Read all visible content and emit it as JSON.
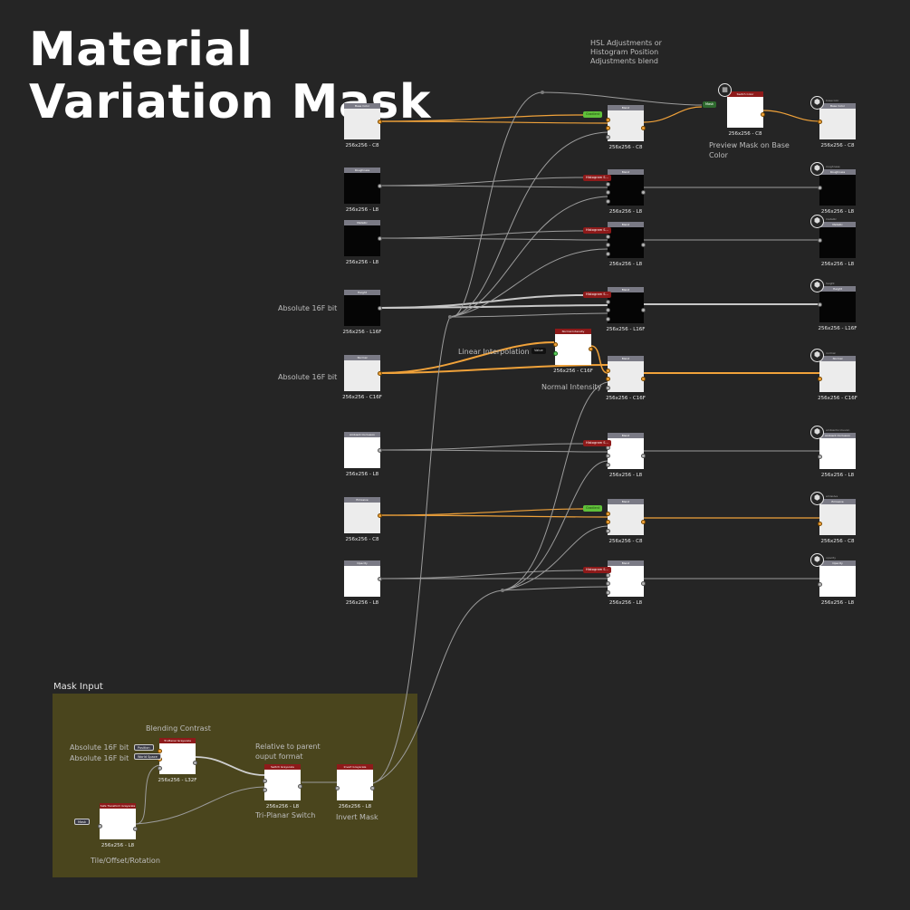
{
  "title": "Material Variation Mask",
  "comments": {
    "hsl": "HSL Adjustments or Histogram Position Adjustments blend",
    "preview": "Preview Mask on Base Color",
    "abs16_height": "Absolute 16F bit",
    "abs16_normal": "Absolute 16F bit",
    "linear_interp": "Linear Interpolation",
    "normal_intensity": "Normal Intensity",
    "mask_input_frame": "Mask Input",
    "blending_contrast": "Blending Contrast",
    "abs16_a": "Absolute 16F bit",
    "abs16_b": "Absolute 16F bit",
    "relative": "Relative to parent ouput format",
    "triplanar_switch": "Tri-Planar Switch",
    "invert_mask": "Invert Mask",
    "tile_offset": "Tile/Offset/Rotation"
  },
  "inputs": [
    {
      "name": "Base Color",
      "format": "256x256 - C8"
    },
    {
      "name": "Roughness",
      "format": "256x256 - L8"
    },
    {
      "name": "Metallic",
      "format": "256x256 - L8"
    },
    {
      "name": "Height",
      "format": "256x256 - L16F"
    },
    {
      "name": "Normal",
      "format": "256x256 - C16F"
    },
    {
      "name": "Ambient Occlusion",
      "format": "256x256 - L8"
    },
    {
      "name": "Emissive",
      "format": "256x256 - C8"
    },
    {
      "name": "Opacity",
      "format": "256x256 - L8"
    }
  ],
  "blends": [
    {
      "name": "Blend",
      "format": "256x256 - C8",
      "tag": "Gradient"
    },
    {
      "name": "Blend",
      "format": "256x256 - L8",
      "tag": "Histogram S..."
    },
    {
      "name": "Blend",
      "format": "256x256 - L8",
      "tag": "Histogram S..."
    },
    {
      "name": "Blend",
      "format": "256x256 - L16F",
      "tag": "Histogram S..."
    },
    {
      "name": "Blend",
      "format": "256x256 - C16F",
      "tag": ""
    },
    {
      "name": "Blend",
      "format": "256x256 - L8",
      "tag": "Histogram S..."
    },
    {
      "name": "Blend",
      "format": "256x256 - C8",
      "tag": "Gradient"
    },
    {
      "name": "Blend",
      "format": "256x256 - L8",
      "tag": "Histogram S..."
    }
  ],
  "outputs": [
    {
      "name": "Base Color",
      "small": "basecolor"
    },
    {
      "name": "Roughness",
      "small": "roughness"
    },
    {
      "name": "Metallic",
      "small": "metallic"
    },
    {
      "name": "Height",
      "small": "height"
    },
    {
      "name": "Normal",
      "small": "normal"
    },
    {
      "name": "Ambient Occlusion",
      "small": "ambientocclusion"
    },
    {
      "name": "Emissive",
      "small": "emissive"
    },
    {
      "name": "Opacity",
      "small": "opacity"
    }
  ],
  "switch_color": {
    "name": "Switch Color",
    "format": "256x256 - C8",
    "tag": "Mask"
  },
  "normal_intensity_node": {
    "name": "Normal Intensity",
    "format": "256x256 - C16F",
    "tag": "Value"
  },
  "mask_nodes": {
    "triplanar": {
      "name": "Tri-Planar Grayscale",
      "format": "256x256 - L32F",
      "in1": "Position",
      "in2": "World Space"
    },
    "safe_transform": {
      "name": "Safe Transform Grayscale",
      "format": "256x256 - L8",
      "in": "Mask"
    },
    "switch_gray": {
      "name": "Switch Grayscale",
      "format": "256x256 - L8"
    },
    "invert": {
      "name": "Invert Grayscale",
      "format": "256x256 - L8"
    }
  },
  "colors": {
    "background": "#252525",
    "frame": "#4a451d",
    "orange_wire": "#f0a23a",
    "gray_wire": "#a8a8a8",
    "node_header_gray": "#7a7a85",
    "node_header_red": "#8e1a1a"
  }
}
